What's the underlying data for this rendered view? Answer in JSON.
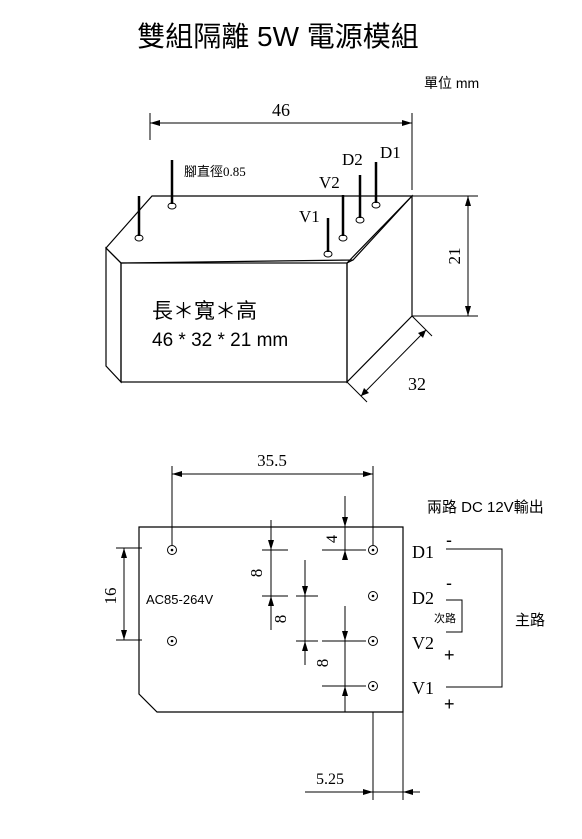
{
  "title": "雙組隔離 5W 電源模組",
  "unit_note": "單位 mm",
  "top_view": {
    "dim_width": "46",
    "dim_height": "21",
    "dim_depth": "32",
    "pin_note": "腳直徑0.85",
    "pins": [
      "D1",
      "D2",
      "V2",
      "V1"
    ],
    "body_line1": "長＊寬＊高",
    "body_line2": "46 * 32 * 21 mm"
  },
  "bottom_view": {
    "dim_pin_span": "35.5",
    "dim_left": "16",
    "dim_top_gap": "4",
    "dim_pitch_1": "8",
    "dim_pitch_2": "8",
    "dim_pitch_3": "8",
    "dim_edge": "5.25",
    "input_label": "AC85-264V",
    "output_title": "兩路 DC 12V輸出",
    "pins": [
      "D1",
      "D2",
      "V2",
      "V1"
    ],
    "signs": {
      "d1": "-",
      "d2": "-",
      "v2": "+",
      "v1": "+"
    },
    "secondary_label": "次路",
    "main_label": "主路"
  },
  "colors": {
    "line": "#000000",
    "background": "#ffffff"
  }
}
